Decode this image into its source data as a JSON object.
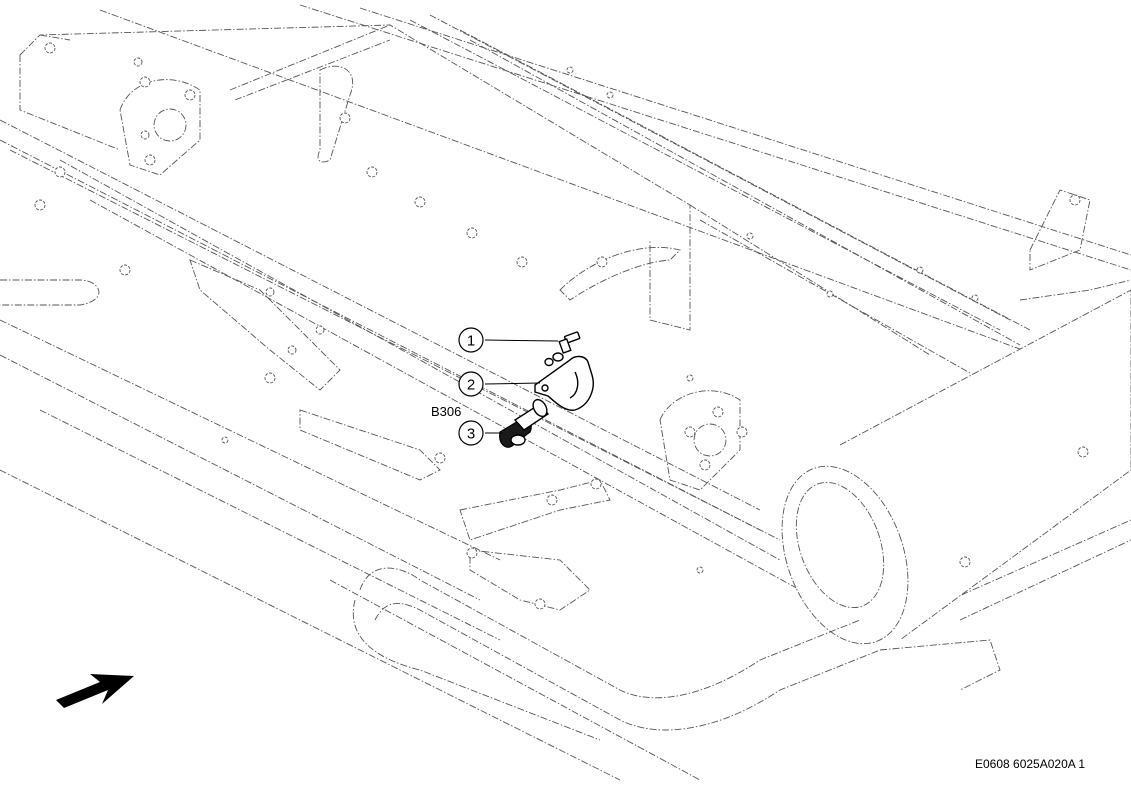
{
  "callouts": [
    {
      "number": "1"
    },
    {
      "number": "2"
    },
    {
      "number": "3"
    }
  ],
  "component_label": "B306",
  "drawing_reference": "E0608 6025A020A 1",
  "icons": {
    "direction_arrow": "direction-arrow-icon"
  }
}
